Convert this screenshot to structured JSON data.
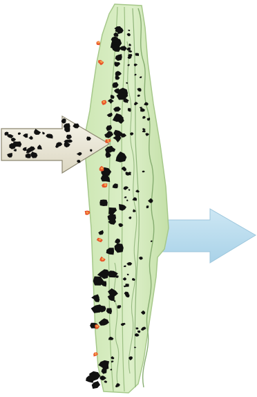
{
  "diagram": {
    "caption": "",
    "colors": {
      "filter_fill": "#d6ecc0",
      "filter_fill_light": "#e4f3d4",
      "filter_edge": "#a9c98c",
      "filter_line": "#8fb47a",
      "particle_black": "#111111",
      "particle_orange": "#e8542a",
      "particle_orange_light": "#f6a04a",
      "inlet_arrow_fill": "#ece8d8",
      "inlet_arrow_edge": "#8c8770",
      "outlet_arrow_fill": "#b9dcef",
      "outlet_arrow_edge": "#8fbfd8"
    },
    "elements": {
      "inlet_arrow": "dirty-flow-inlet-arrow",
      "filter": "layered-filter-media",
      "outlet_arrow": "clean-flow-outlet-arrow"
    }
  }
}
